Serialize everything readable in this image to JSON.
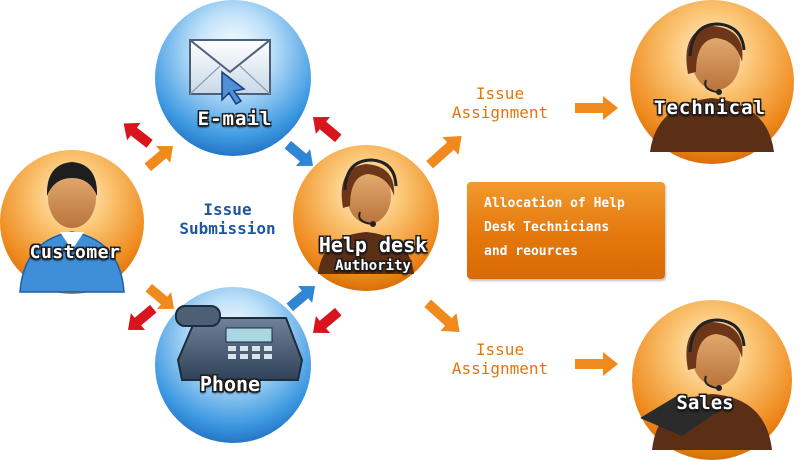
{
  "nodes": {
    "email": {
      "label": "E-mail"
    },
    "customer": {
      "label": "Customer"
    },
    "phone": {
      "label": "Phone"
    },
    "helpdesk": {
      "label": "Help desk",
      "sublabel": "Authority"
    },
    "technical": {
      "label": "Technical"
    },
    "sales": {
      "label": "Sales"
    }
  },
  "labels": {
    "issue_submission": "Issue\nSubmission",
    "issue_assignment_top": "Issue\nAssignment",
    "issue_assignment_bottom": "Issue\nAssignment"
  },
  "allocation_box": {
    "text": "Allocation of Help\nDesk Technicians\nand reources"
  },
  "colors": {
    "blue": "#2f86d4",
    "orange": "#f08a1c",
    "red": "#d8141c",
    "label_blue": "#1d57a6"
  },
  "icons": [
    "envelope-icon",
    "cursor-icon",
    "person-icon",
    "telephone-icon",
    "headset-agent-icon"
  ]
}
